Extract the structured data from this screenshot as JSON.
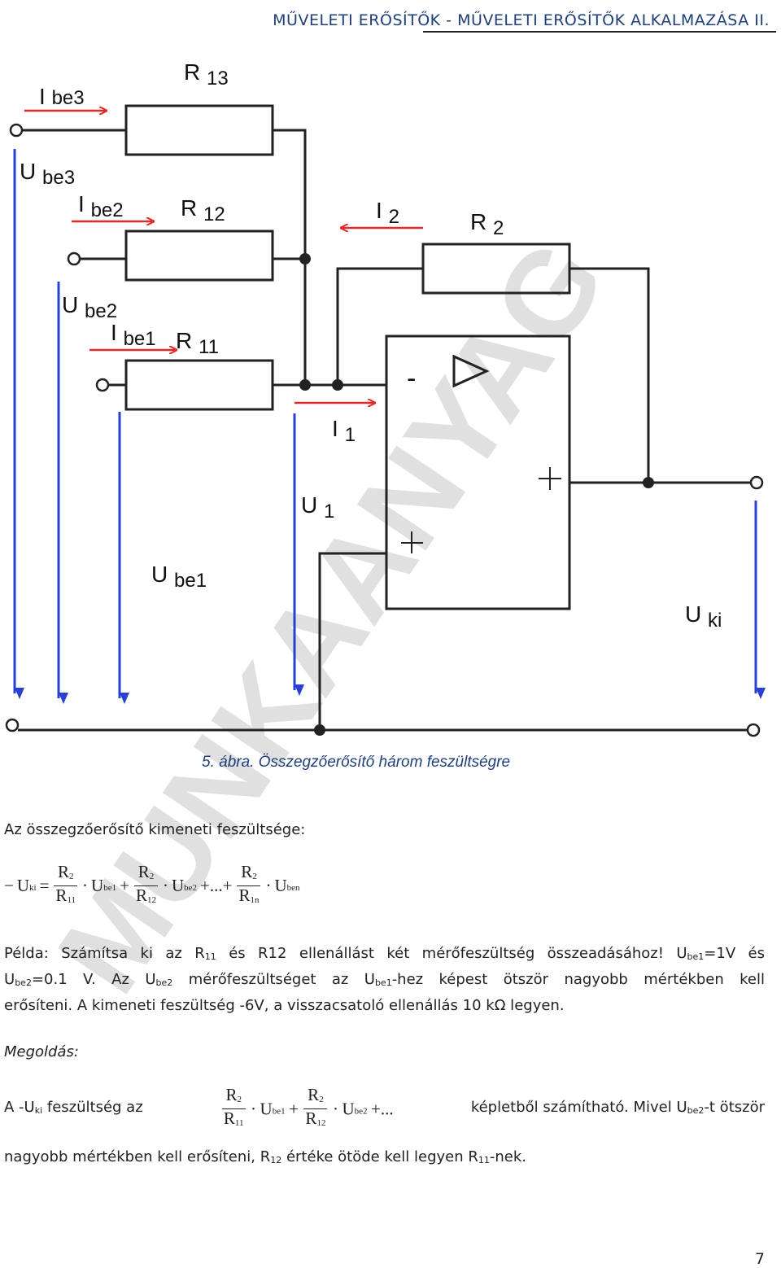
{
  "header": {
    "title": "MŰVELETI ERŐSÍTŐK - MŰVELETI ERŐSÍTŐK ALKALMAZÁSA II."
  },
  "diagram": {
    "labels": {
      "i_be3": "I",
      "i_be3_sub": "be3",
      "r13": "R",
      "r13_sub": "13",
      "u_be3": "U",
      "u_be3_sub": "be3",
      "i_be2": "I",
      "i_be2_sub": "be2",
      "r12": "R",
      "r12_sub": "12",
      "i2": "I",
      "i2_sub": "2",
      "r2": "R",
      "r2_sub": "2",
      "u_be2": "U",
      "u_be2_sub": "be2",
      "i_be1": "I",
      "i_be1_sub": "be1",
      "r11": "R",
      "r11_sub": "11",
      "minus": "-",
      "i1": "I",
      "i1_sub": "1",
      "u1": "U",
      "u1_sub": "1",
      "u_be1": "U",
      "u_be1_sub": "be1",
      "u_ki": "U",
      "u_ki_sub": "ki"
    },
    "caption": "5. ábra. Összegzőerősítő három feszültségre"
  },
  "watermark": "MUNKAANYAG",
  "text": {
    "intro": "Az összegzőerősítő kimeneti feszültsége:",
    "formula1": {
      "lhs_sign": "−",
      "lhs_u": "U",
      "lhs_sub": "ki",
      "eq": "=",
      "f1_num": "R",
      "f1_num_sub": "2",
      "f1_den": "R",
      "f1_den_sub": "11",
      "t1_u": "U",
      "t1_sub": "be1",
      "f2_num": "R",
      "f2_num_sub": "2",
      "f2_den": "R",
      "f2_den_sub": "12",
      "t2_u": "U",
      "t2_sub": "be2",
      "dots": "+...+",
      "f3_num": "R",
      "f3_num_sub": "2",
      "f3_den": "R",
      "f3_den_sub": "1n",
      "t3_u": "U",
      "t3_sub": "ben",
      "plus": "+",
      "dot": "·"
    },
    "example": {
      "label": "Példa:",
      "line1_a": "Számítsa ki az R",
      "line1_r11": "11",
      "line1_b": " és R12 ellenállást két mérőfeszültség összeadásához! U",
      "line1_sub": "be1",
      "line1_c": "=1V és",
      "line2_a": "U",
      "line2_sub1": "be2",
      "line2_b": "=0.1 V. Az U",
      "line2_sub2": "be2",
      "line2_c": " mérőfeszültséget az U",
      "line2_sub3": "be1",
      "line2_d": "-hez képest ötször nagyobb mértékben kell",
      "line3": "erősíteni. A kimeneti feszültség -6V, a visszacsatoló ellenállás 10 kΩ legyen."
    },
    "solution_label": "Megoldás:",
    "solution": {
      "a1": "A -U",
      "a1_sub": "ki",
      "a2": " feszültség az",
      "f1_num": "R",
      "f1_num_sub": "2",
      "f1_den": "R",
      "f1_den_sub": "11",
      "t1_u": "U",
      "t1_sub": "be1",
      "f2_num": "R",
      "f2_num_sub": "2",
      "f2_den": "R",
      "f2_den_sub": "12",
      "t2_u": "U",
      "t2_sub": "be2",
      "tail": "+...",
      "b1": "képletből számítható. Mivel U",
      "b1_sub": "be2",
      "b2": "-t ötször",
      "line2_a": "nagyobb mértékben kell erősíteni, R",
      "line2_sub1": "12",
      "line2_b": " értéke ötöde kell legyen R",
      "line2_sub2": "11",
      "line2_c": "-nek."
    }
  },
  "page_number": "7",
  "colors": {
    "arrow_red": "#e02a2a",
    "arrow_blue": "#2a3fd4",
    "header_blue": "#1f3f7a",
    "watermark_gray": "#d0d0d0"
  }
}
